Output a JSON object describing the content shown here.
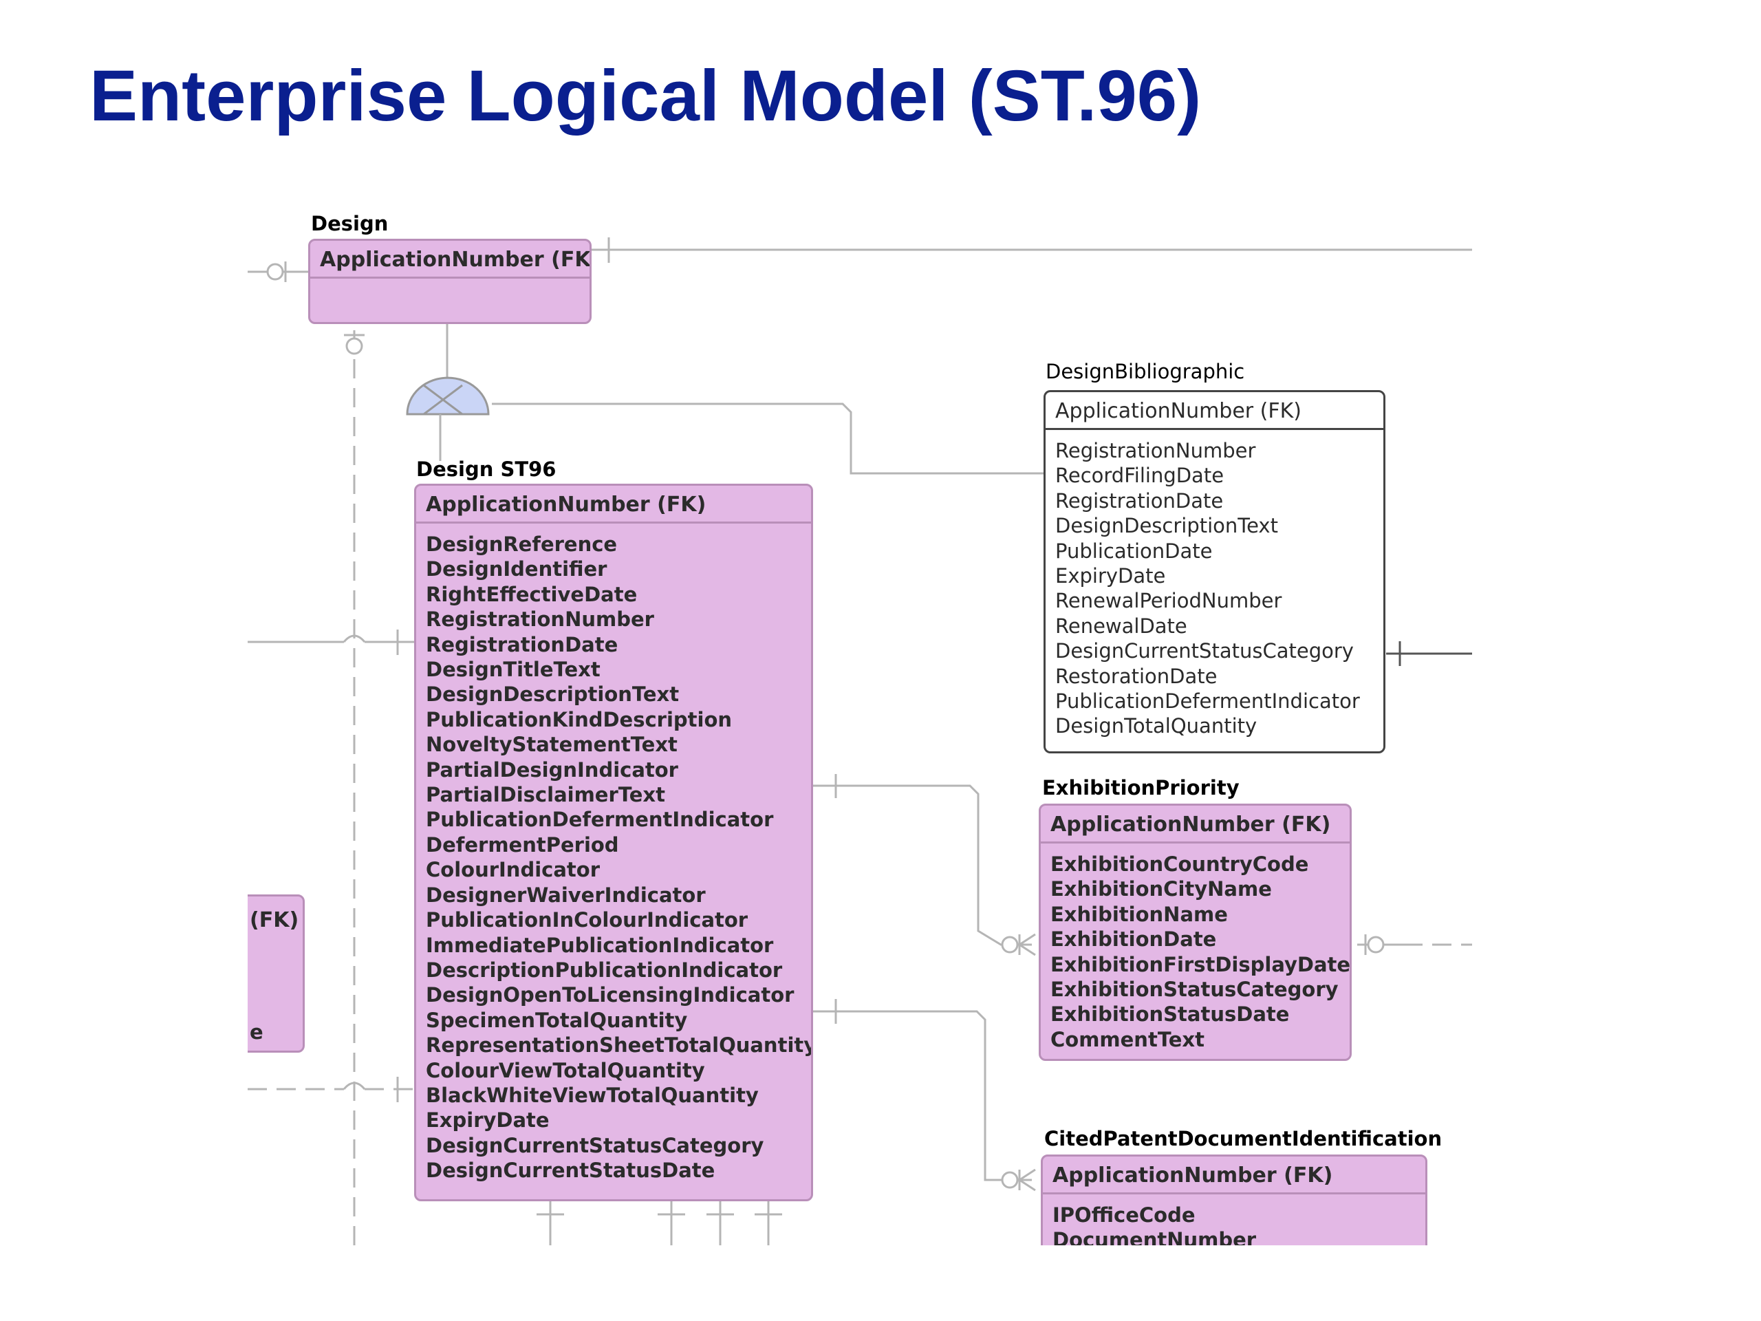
{
  "title": "Enterprise Logical Model (ST.96)",
  "diagram": {
    "design": {
      "name": "Design",
      "key": "ApplicationNumber (FK)",
      "attributes": []
    },
    "design_st96": {
      "name": "Design ST96",
      "key": "ApplicationNumber (FK)",
      "attributes": [
        "DesignReference",
        "DesignIdentifier",
        "RightEffectiveDate",
        "RegistrationNumber",
        "RegistrationDate",
        "DesignTitleText",
        "DesignDescriptionText",
        "PublicationKindDescription",
        "NoveltyStatementText",
        "PartialDesignIndicator",
        "PartialDisclaimerText",
        "PublicationDefermentIndicator",
        "DefermentPeriod",
        "ColourIndicator",
        "DesignerWaiverIndicator",
        "PublicationInColourIndicator",
        "ImmediatePublicationIndicator",
        "DescriptionPublicationIndicator",
        "DesignOpenToLicensingIndicator",
        "SpecimenTotalQuantity",
        "RepresentationSheetTotalQuantity",
        "ColourViewTotalQuantity",
        "BlackWhiteViewTotalQuantity",
        "ExpiryDate",
        "DesignCurrentStatusCategory",
        "DesignCurrentStatusDate"
      ]
    },
    "design_bibliographic": {
      "name": "DesignBibliographic",
      "key": "ApplicationNumber (FK)",
      "attributes": [
        "RegistrationNumber",
        "RecordFilingDate",
        "RegistrationDate",
        "DesignDescriptionText",
        "PublicationDate",
        "ExpiryDate",
        "RenewalPeriodNumber",
        "RenewalDate",
        "DesignCurrentStatusCategory",
        "RestorationDate",
        "PublicationDefermentIndicator",
        "DesignTotalQuantity"
      ]
    },
    "exhibition_priority": {
      "name": "ExhibitionPriority",
      "key": "ApplicationNumber (FK)",
      "attributes": [
        "ExhibitionCountryCode",
        "ExhibitionCityName",
        "ExhibitionName",
        "ExhibitionDate",
        "ExhibitionFirstDisplayDate",
        "ExhibitionStatusCategory",
        "ExhibitionStatusDate",
        "CommentText"
      ]
    },
    "cited_patent": {
      "name": "CitedPatentDocumentIdentification",
      "key": "ApplicationNumber (FK)",
      "attributes": [
        "IPOfficeCode",
        "DocumentNumber"
      ]
    },
    "partial_left": {
      "key": "(FK)",
      "fragment": "e"
    }
  }
}
